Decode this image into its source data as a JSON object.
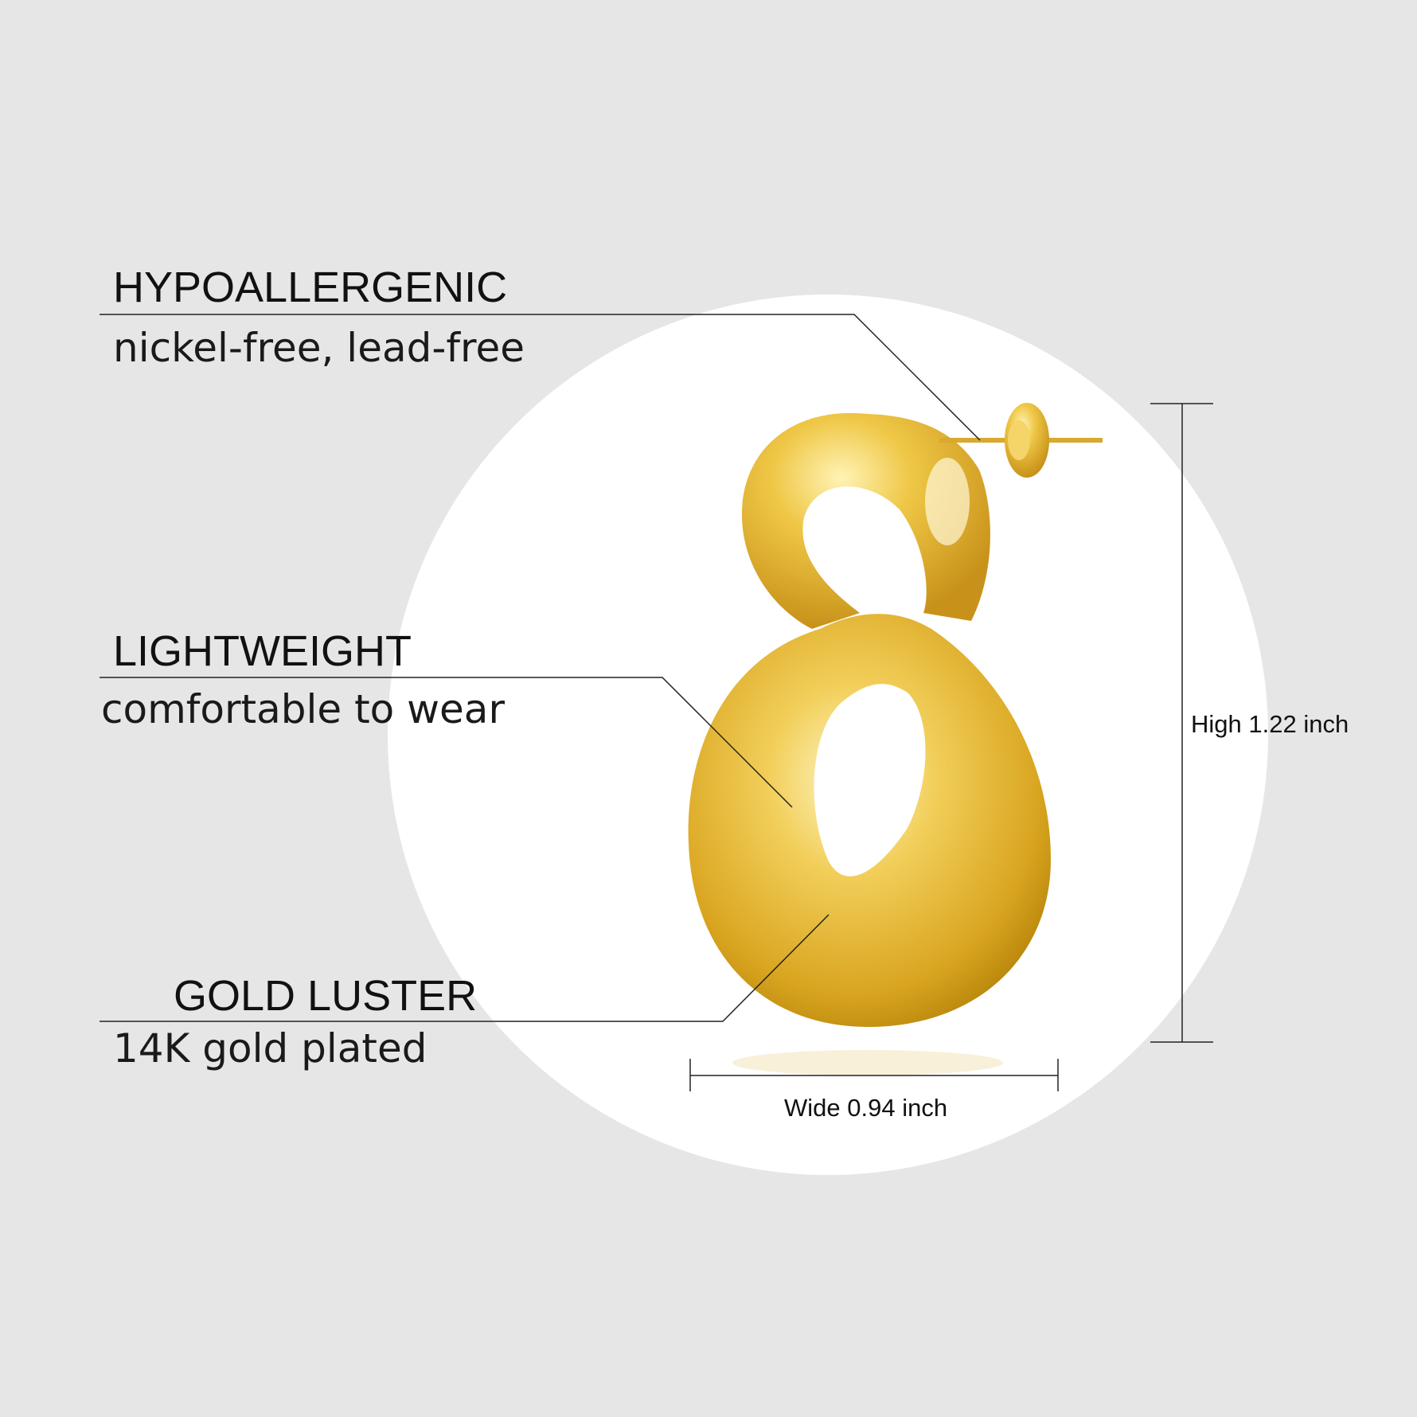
{
  "features": [
    {
      "title": "HYPOALLERGENIC",
      "subtitle": "nickel-free, lead-free"
    },
    {
      "title": "LIGHTWEIGHT",
      "subtitle": "comfortable to wear"
    },
    {
      "title": "GOLD LUSTER",
      "subtitle": "14K  gold plated"
    }
  ],
  "dimensions": {
    "height": "High 1.22 inch",
    "width": "Wide 0.94 inch"
  },
  "colors": {
    "background": "#e6e6e6",
    "circle": "#ffffff",
    "gold": "#e8b93a"
  }
}
